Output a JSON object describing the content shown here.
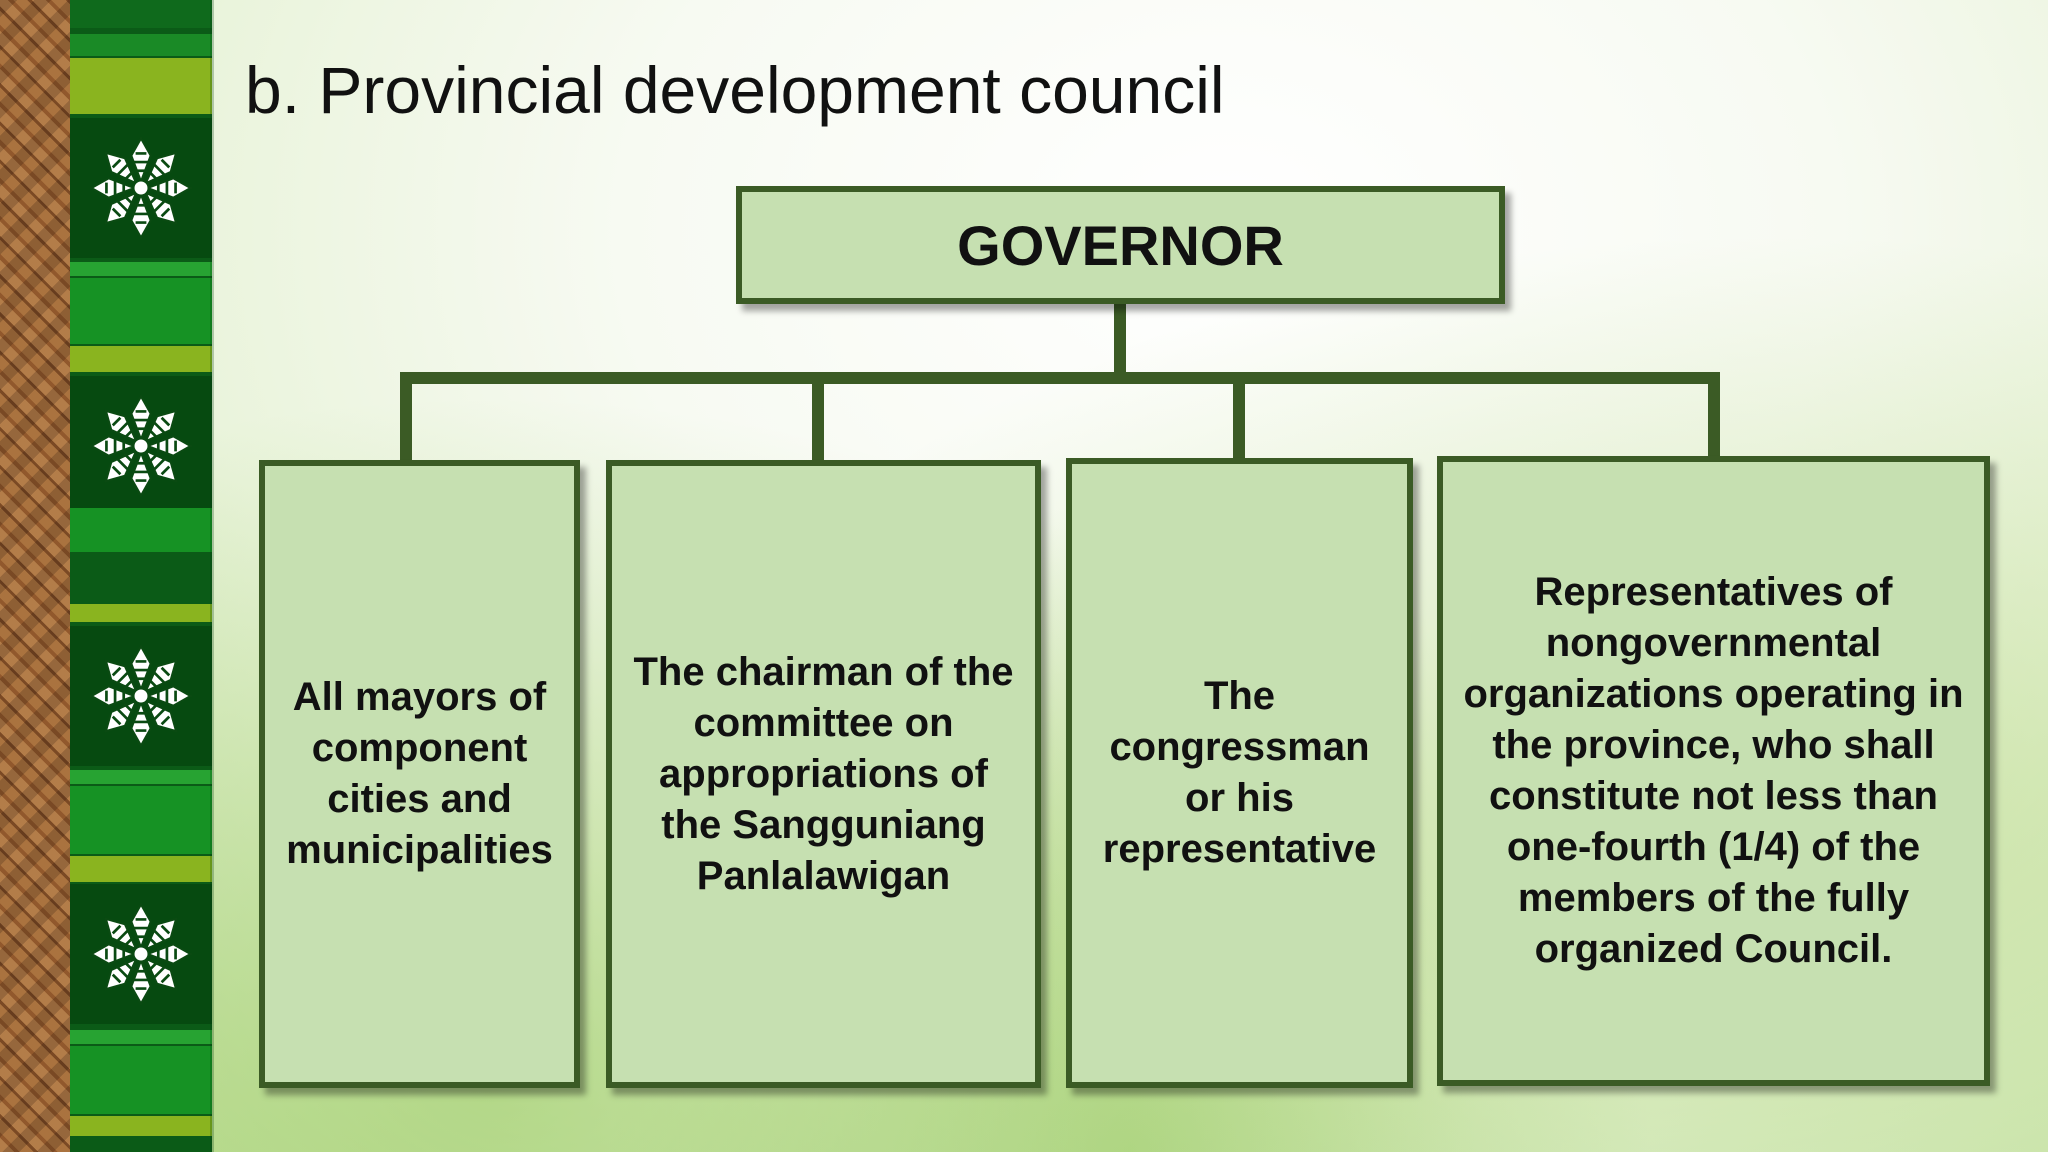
{
  "slide": {
    "title": "b. Provincial development council"
  },
  "diagram": {
    "root": "GOVERNOR",
    "members": [
      "All mayors of component cities and municipalities",
      "The chairman of the committee on appropriations of the Sangguniang Panlalawigan",
      "The congressman or his representative",
      "Representatives of nongovernmental organizations operating in the province, who shall constitute not less than one-fourth (1/4) of the members of the fully organized Council."
    ],
    "colors": {
      "box_fill": "#c6e0b1",
      "box_border": "#3b5b25",
      "connector": "#3b5b25",
      "band_green": "#0b5b17",
      "band_dark": "#064a10"
    }
  }
}
